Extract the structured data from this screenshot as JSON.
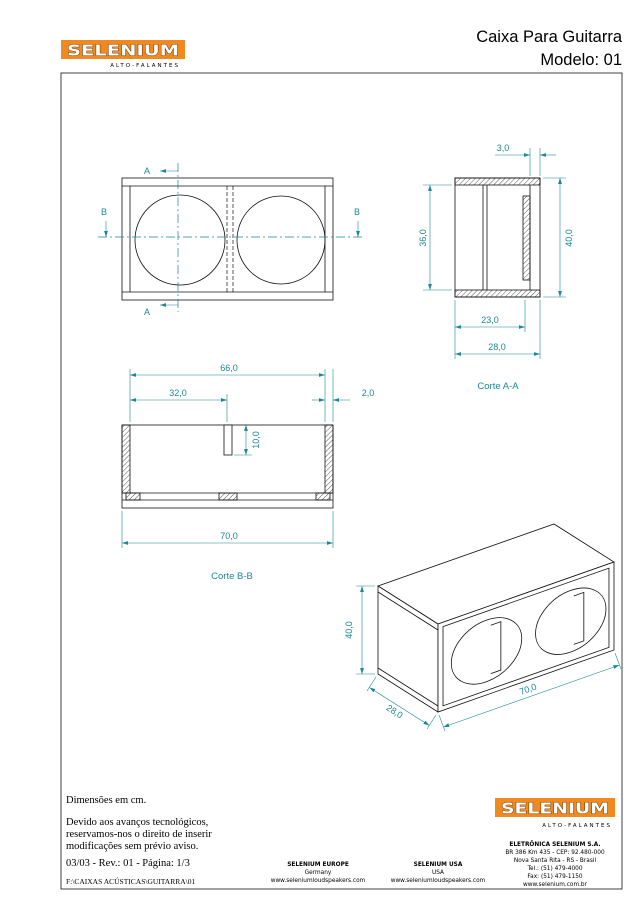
{
  "header": {
    "logo": "SELENIUM",
    "logo_tagline": "ALTO-FALANTES",
    "title": "Caixa Para Guitarra",
    "model": "Modelo: 01"
  },
  "front_view": {
    "section_a_top": "A",
    "section_a_bottom": "A",
    "section_b_left": "B",
    "section_b_right": "B"
  },
  "section_a_a": {
    "caption": "Corte A-A",
    "back_inset": "3,0",
    "inner_height": "36,0",
    "height": "40,0",
    "inner_depth": "23,0",
    "depth": "28,0"
  },
  "section_b_b": {
    "caption": "Corte B-B",
    "inner_width": "66,0",
    "half_width": "32,0",
    "side_thickness": "2,0",
    "divider_depth": "10,0",
    "width": "70,0"
  },
  "isometric_view": {
    "height": "40,0",
    "depth": "28,0",
    "width": "70,0"
  },
  "footer": {
    "units_note": "Dimensões em cm.",
    "disclaimer": [
      "Devido aos avanços tecnológicos,",
      "reservamos-nos o direito de inserir",
      "modificações sem prévio aviso."
    ],
    "revision": "03/03 - Rev.: 01 - Página: 1/3",
    "file_path": "F:\\CAIXAS ACÚSTICAS\\GUITARRA\\01",
    "europe": {
      "name": "SELENIUM EUROPE",
      "country": "Germany",
      "url": "www.seleniumloudspeakers.com"
    },
    "usa": {
      "name": "SELENIUM USA",
      "country": "USA",
      "url": "www.seleniumloudspeakers.com"
    },
    "company": {
      "logo": "SELENIUM",
      "logo_tagline": "ALTO-FALANTES",
      "name": "ELETRÔNICA SELENIUM S.A.",
      "address": "BR 386 Km 435 - CEP: 92.480-000",
      "city": "Nova Santa Rita - RS - Brasil",
      "phone": "Tel.: (51) 479-4000",
      "fax": "Fax: (51) 479-1150",
      "website": "www.selenium.com.br"
    }
  },
  "colors": {
    "brand": "#f08a1e",
    "dimension": "#1b8797",
    "line": "#111111"
  }
}
